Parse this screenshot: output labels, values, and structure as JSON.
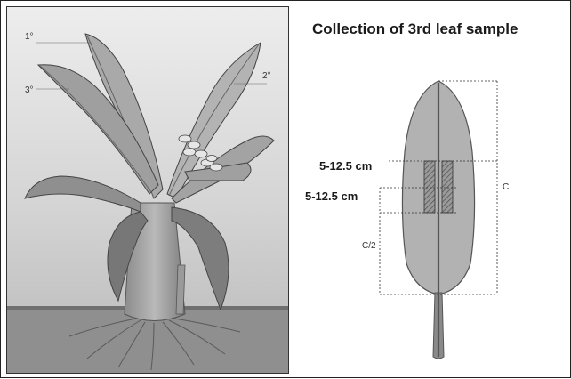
{
  "title": "Collection of 3rd leaf sample",
  "plant_labels": {
    "first": "1°",
    "second": "2°",
    "third": "3°"
  },
  "leaf_labels": {
    "strip_upper": "5-12.5 cm",
    "strip_lower": "5-12.5 cm",
    "length": "C",
    "half_length": "C/2"
  },
  "colors": {
    "sky_light": "#f2f2f2",
    "sky_dark": "#bdbdbd",
    "leaf_fill": "#b5b5b5",
    "leaf_dark": "#7a7a7a",
    "ground": "#8a8a8a",
    "ink": "#1a1a1a"
  }
}
